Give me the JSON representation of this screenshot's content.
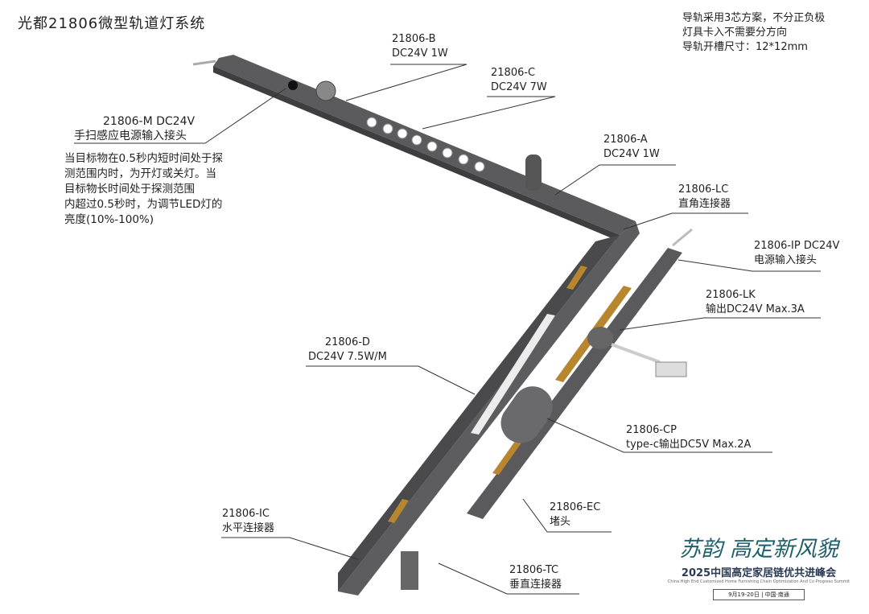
{
  "title": "光都21806微型轨道灯系统",
  "notes": [
    "导轨采用3芯方案，不分正负极",
    "灯具卡入不需要分方向",
    "导轨开槽尺寸：12*12mm"
  ],
  "labels": {
    "b": [
      "21806-B",
      "DC24V 1W"
    ],
    "c": [
      "21806-C",
      "DC24V 7W"
    ],
    "m": [
      "21806-M  DC24V",
      "手扫感应电源输入接头"
    ],
    "a": [
      "21806-A",
      "DC24V 1W"
    ],
    "lc": [
      "21806-LC",
      "直角连接器"
    ],
    "ip": [
      "21806-IP  DC24V",
      "电源输入接头"
    ],
    "lk": [
      "21806-LK",
      "输出DC24V  Max.3A"
    ],
    "d": [
      "21806-D",
      "DC24V 7.5W/M"
    ],
    "cp": [
      "21806-CP",
      "type-c输出DC5V  Max.2A"
    ],
    "ec": [
      "21806-EC",
      "堵头"
    ],
    "ic": [
      "21806-IC",
      "水平连接器"
    ],
    "tc": [
      "21806-TC",
      "垂直连接器"
    ]
  },
  "description": [
    "当目标物在0.5秒内短时间处于探",
    "测范围内时，为开灯或关灯。当",
    "目标物长时间处于探测范围",
    "内超过0.5秒时，为调节LED灯的",
    "亮度(10%-100%)"
  ],
  "logo": {
    "brand": "苏韵 高定新风貌",
    "event": "2025中国高定家居链优共进峰会",
    "subtitle": "China High End Customized Home Furnishing Chain Optimization And Co Progress Summit",
    "date": "9月19-20日 | 中国·南通"
  }
}
